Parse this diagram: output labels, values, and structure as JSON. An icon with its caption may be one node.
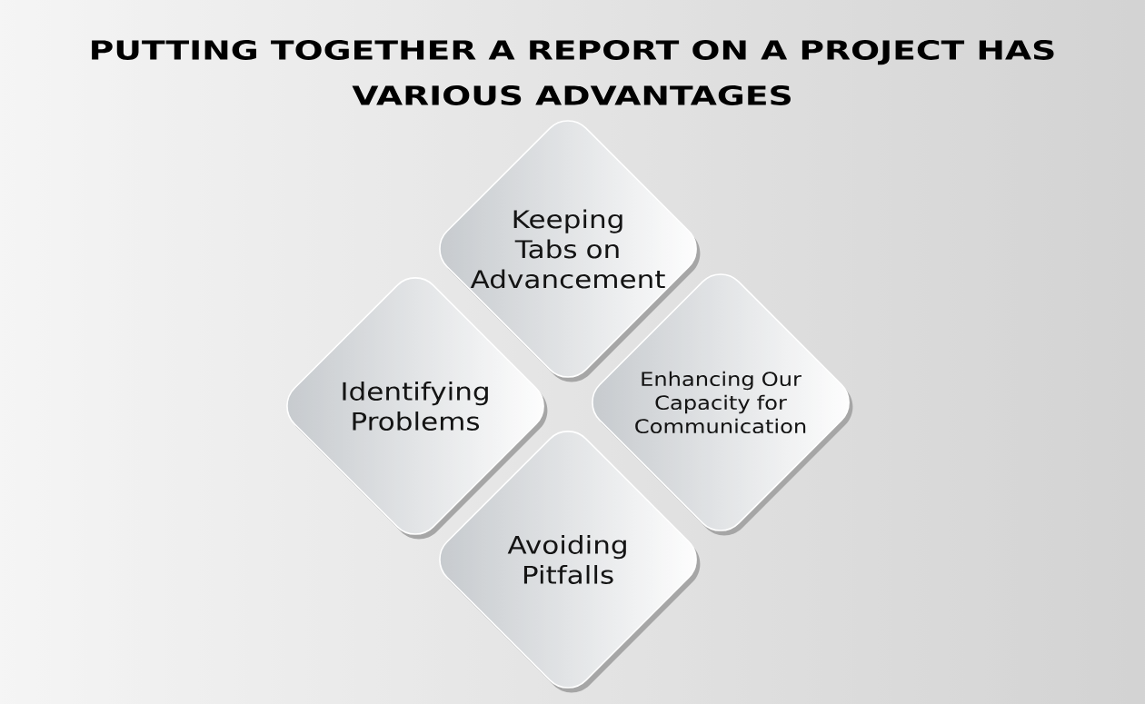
{
  "diagram": {
    "title": "PUTTING TOGETHER A REPORT ON A PROJECT HAS VARIOUS ADVANTAGES",
    "nodes": [
      {
        "text": [
          "Keeping Tabs on Advancement"
        ]
      },
      {
        "text": [
          "Identifying Problems"
        ]
      },
      {
        "text": [
          "Enhancing Our Capacity for Communication"
        ]
      },
      {
        "text": [
          "Avoiding Pitfalls"
        ]
      }
    ]
  }
}
